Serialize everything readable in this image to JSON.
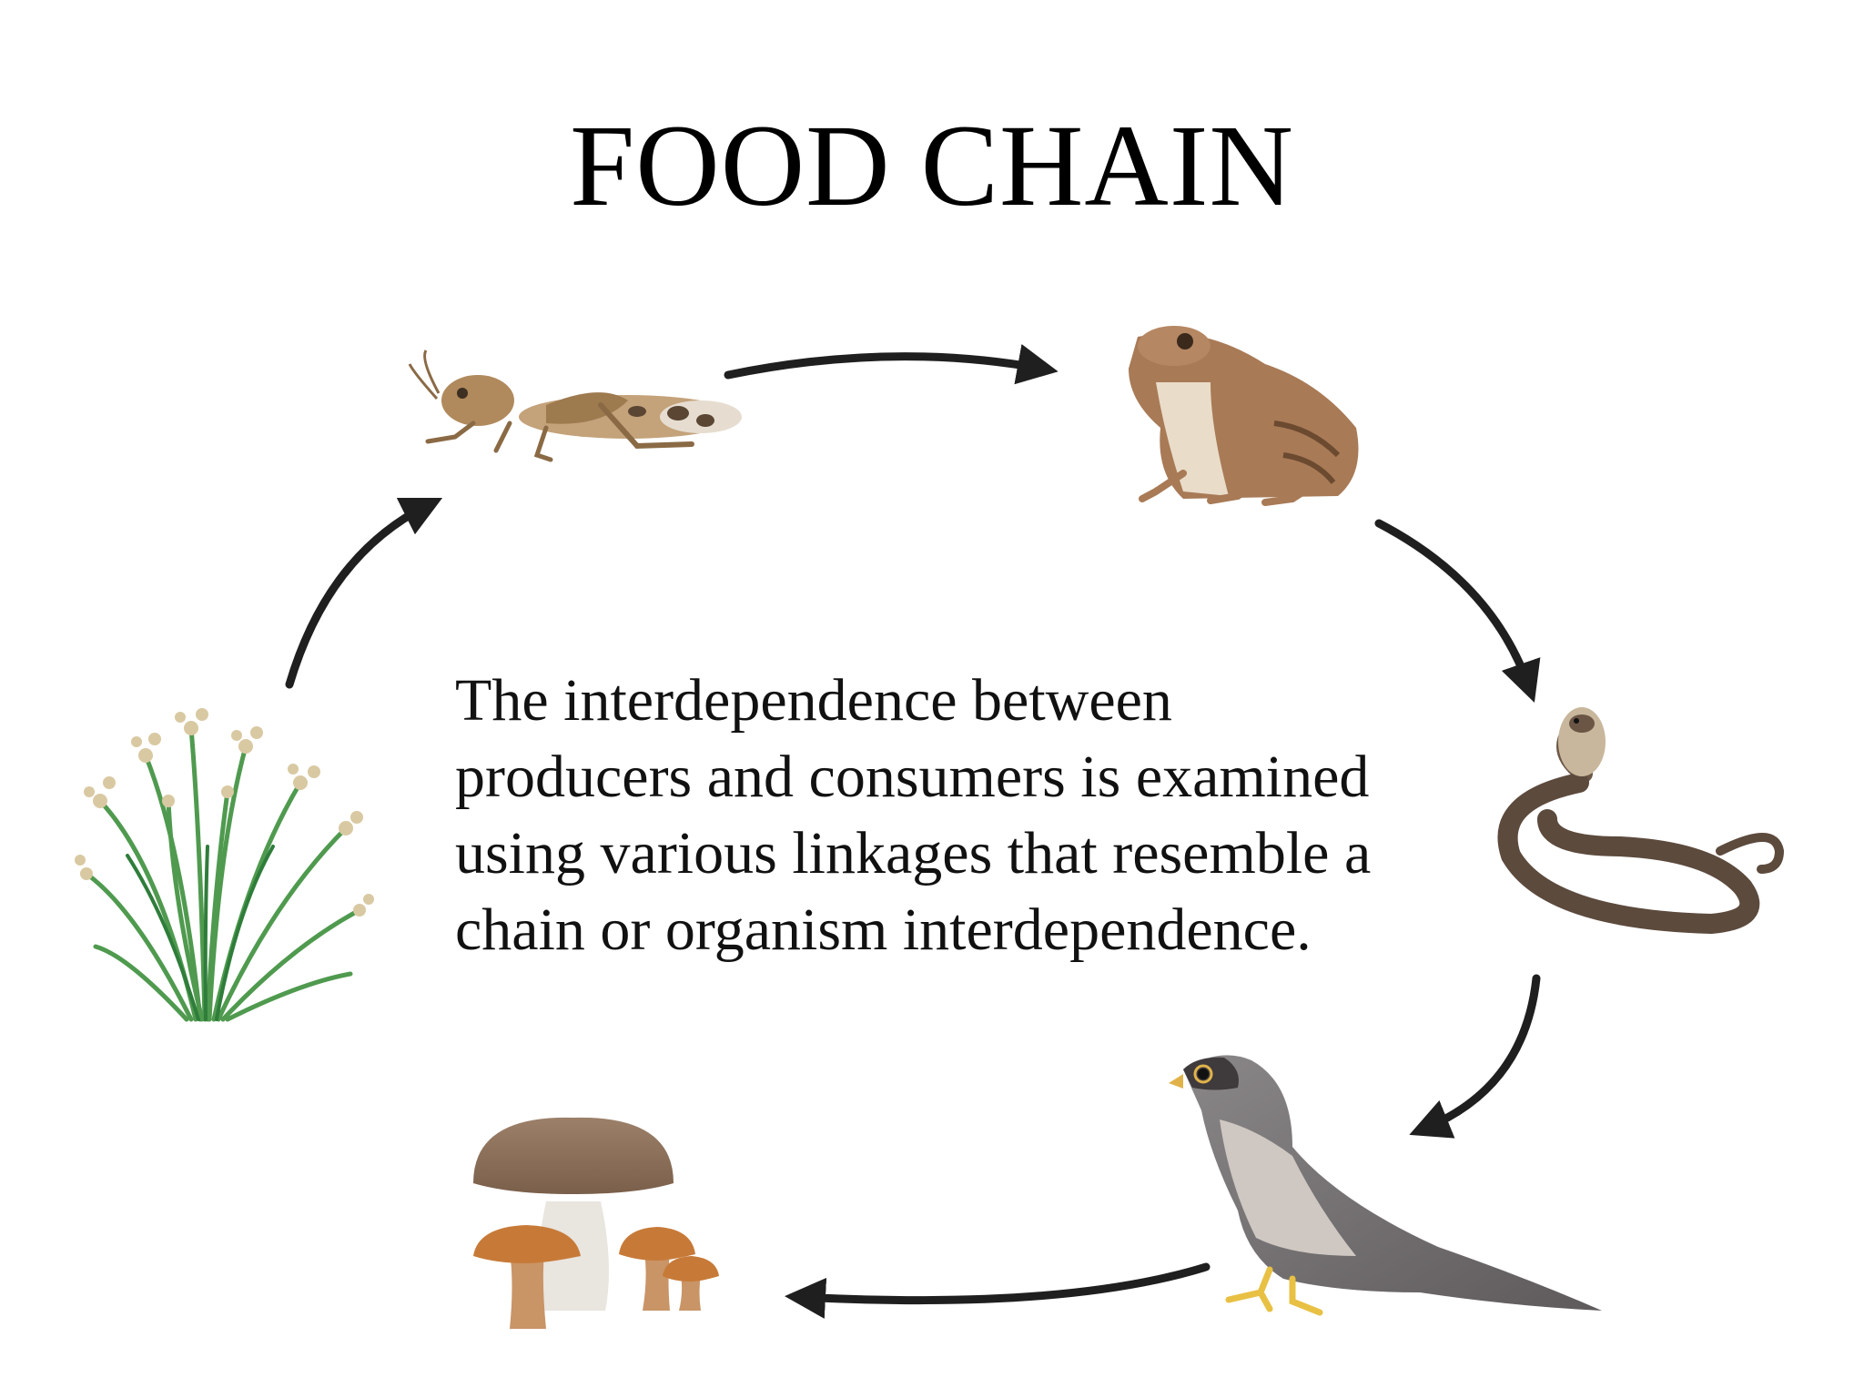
{
  "title": "FOOD CHAIN",
  "description_lines": [
    "The interdependence between",
    "producers and consumers is examined",
    "using various linkages that resemble a",
    "chain or organism interdependence."
  ],
  "organisms": [
    {
      "name": "grass",
      "icon": "grass-icon"
    },
    {
      "name": "grasshopper",
      "icon": "grasshopper-icon"
    },
    {
      "name": "frog",
      "icon": "frog-icon"
    },
    {
      "name": "snake",
      "icon": "snake-icon"
    },
    {
      "name": "falcon",
      "icon": "falcon-icon"
    },
    {
      "name": "mushrooms",
      "icon": "mushroom-icon"
    }
  ],
  "flow": [
    {
      "from": "grass",
      "to": "grasshopper"
    },
    {
      "from": "grasshopper",
      "to": "frog"
    },
    {
      "from": "frog",
      "to": "snake"
    },
    {
      "from": "snake",
      "to": "falcon"
    },
    {
      "from": "falcon",
      "to": "mushrooms"
    }
  ],
  "colors": {
    "arrow": "#1f1f1f",
    "text": "#000000",
    "background": "#ffffff"
  }
}
